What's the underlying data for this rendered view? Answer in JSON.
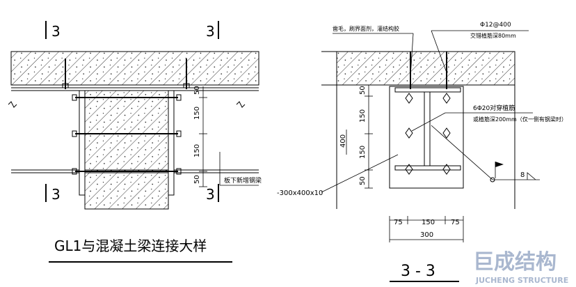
{
  "left": {
    "section_marks": [
      "3",
      "3",
      "3",
      "3"
    ],
    "dims": [
      "50",
      "150",
      "150",
      "50"
    ],
    "note_new_beam": "板下新增钢梁",
    "title": "GL1与混凝土梁连接大样"
  },
  "right": {
    "note_chisel": "凿毛，刷界面剂，灌结构胶",
    "note_rebar1": "Φ12@400",
    "note_anchor1": "交错植筋深80mm",
    "note_rebar2": "6Φ20对穿植筋",
    "note_anchor2": "或植筋深200mm（仅一侧有钢梁时）",
    "note_plate": "-300x400x10",
    "vert_dims": [
      "50",
      "150",
      "150",
      "50"
    ],
    "total_h": "400",
    "bottom_dims": [
      "75",
      "150",
      "75"
    ],
    "total_w": "300",
    "weld": "8",
    "title": "3 - 3"
  },
  "watermark": {
    "cn": "巨成结构",
    "en": "JUCHENG STRUCTURE",
    "color": "#a9b7cf"
  }
}
